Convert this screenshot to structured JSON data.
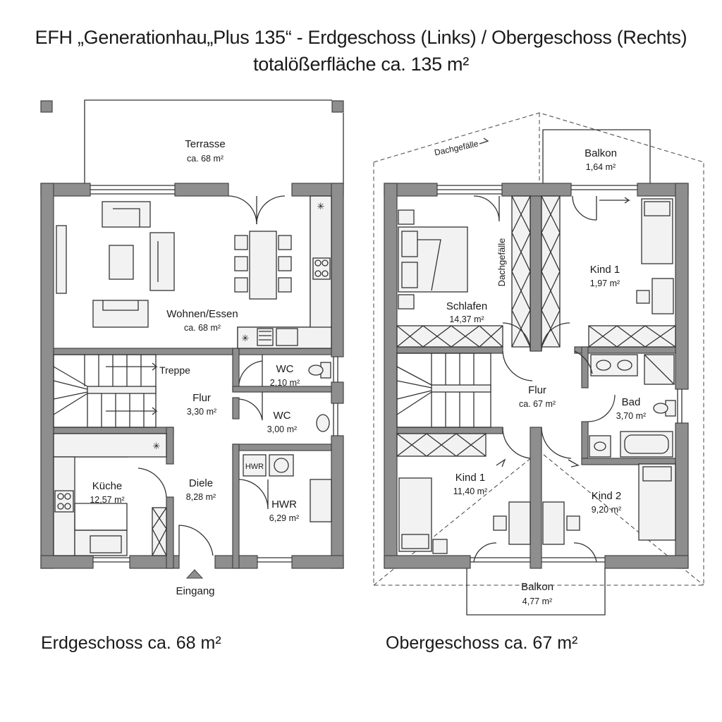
{
  "header": {
    "title_line1": "EFH „Generationhau„Plus 135“ - Erdgeschoss (Links) / Obergeschoss (Rechts)",
    "title_line2": "totalößerfläche ca. 135 m²"
  },
  "ground_floor": {
    "label": "Erdgeschoss ca. 68 m²",
    "rooms": {
      "terrasse": {
        "name": "Terrasse",
        "area": "ca. 68 m²"
      },
      "wohnen": {
        "name": "Wohnen/Essen",
        "area": "ca. 68 m²"
      },
      "treppe": {
        "name": "Treppe"
      },
      "flur": {
        "name": "Flur",
        "area": "3,30 m²"
      },
      "wc1": {
        "name": "WC",
        "area": "2,10 m²"
      },
      "wc2": {
        "name": "WC",
        "area": "3,00 m²"
      },
      "kueche": {
        "name": "Küche",
        "area": "12,57 m²"
      },
      "diele": {
        "name": "Diele",
        "area": "8,28 m²"
      },
      "hwr": {
        "name": "HWR",
        "area": "6,29 m²"
      },
      "hwr_box": {
        "name": "HWR"
      },
      "eingang": {
        "name": "Eingang"
      }
    }
  },
  "upper_floor": {
    "label": "Obergeschoss ca. 67 m²",
    "dachgefaelle_1": "Dachgefälle",
    "dachgefaelle_2": "Dachgefälle",
    "rooms": {
      "balkon_top": {
        "name": "Balkon",
        "area": "1,64 m²"
      },
      "schlafen": {
        "name": "Schlafen",
        "area": "14,37 m²"
      },
      "kind1_top": {
        "name": "Kind 1",
        "area": "1,97 m²"
      },
      "flur": {
        "name": "Flur",
        "area": "ca. 67 m²"
      },
      "bad": {
        "name": "Bad",
        "area": "3,70 m²"
      },
      "kind1_bottom": {
        "name": "Kind 1",
        "area": "11,40 m²"
      },
      "kind2": {
        "name": "Kind 2",
        "area": "9,20 m²"
      },
      "balkon_bottom": {
        "name": "Balkon",
        "area": "4,77 m²"
      }
    }
  },
  "colors": {
    "wall": "#8e8e8e",
    "line": "#333333",
    "background": "#ffffff"
  }
}
